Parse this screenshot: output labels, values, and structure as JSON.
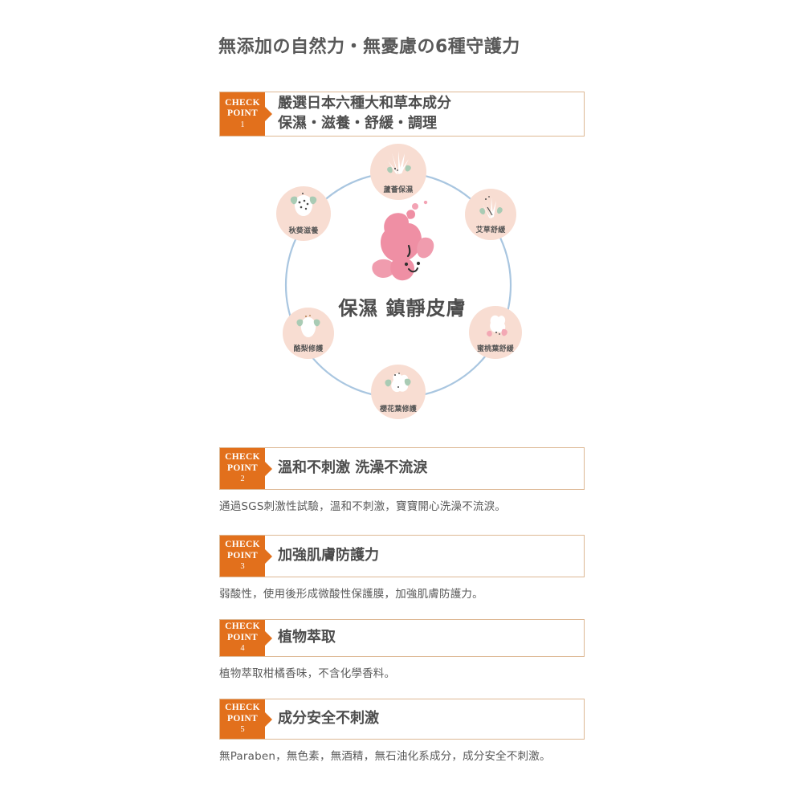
{
  "page": {
    "title": "無添加の自然力・無憂慮の6種守護力",
    "background_color": "#ffffff",
    "accent_color": "#e2701c",
    "border_color": "#ddb894",
    "ring_color": "#a9c6e0",
    "node_color": "#f8ddd2",
    "mascot_color": "#ef8fa4"
  },
  "tag": {
    "line1": "CHECK",
    "line2": "POINT"
  },
  "checkpoints": [
    {
      "number": "1",
      "headlines": [
        "嚴選日本六種大和草本成分",
        "保濕・滋養・舒緩・調理"
      ],
      "description": ""
    },
    {
      "number": "2",
      "headlines": [
        "溫和不刺激 洗澡不流淚"
      ],
      "description": "通過SGS刺激性試驗，溫和不刺激，寶寶開心洗澡不流淚。"
    },
    {
      "number": "3",
      "headlines": [
        "加強肌膚防護力"
      ],
      "description": "弱酸性，使用後形成微酸性保護膜，加強肌膚防護力。"
    },
    {
      "number": "4",
      "headlines": [
        "植物萃取"
      ],
      "description": "植物萃取柑橘香味，不含化學香料。"
    },
    {
      "number": "5",
      "headlines": [
        "成分安全不刺激"
      ],
      "description": "無Paraben，無色素，無酒精，無石油化系成分，成分安全不刺激。"
    }
  ],
  "diagram": {
    "center_text": "保濕 鎮靜皮膚",
    "mascot_icon": "peach-mascot-icon",
    "nodes": [
      {
        "label": "蘆薈保濕",
        "icon": "aloe-icon"
      },
      {
        "label": "艾草舒緩",
        "icon": "mugwort-icon"
      },
      {
        "label": "蜜桃葉舒緩",
        "icon": "peach-leaf-icon"
      },
      {
        "label": "櫻花葉修護",
        "icon": "sakura-leaf-icon"
      },
      {
        "label": "酪梨修護",
        "icon": "avocado-icon"
      },
      {
        "label": "秋葵滋養",
        "icon": "okra-icon"
      }
    ]
  }
}
